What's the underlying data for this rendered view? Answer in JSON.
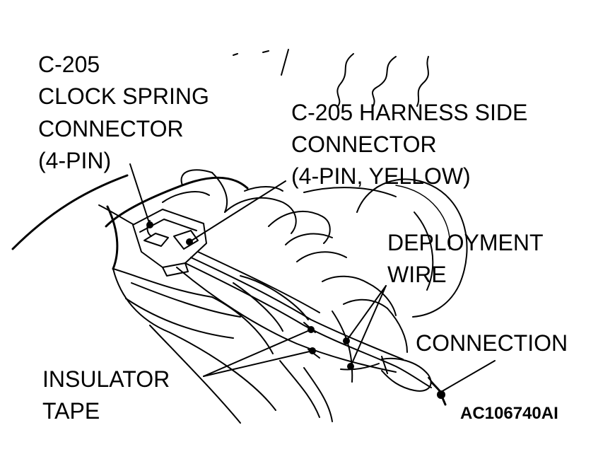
{
  "labels": {
    "clock_spring_connector": [
      "C-205",
      "CLOCK SPRING",
      "CONNECTOR",
      "(4-PIN)"
    ],
    "harness_side_connector": [
      "C-205 HARNESS SIDE",
      "CONNECTOR",
      "(4-PIN, YELLOW)"
    ],
    "deployment_wire": [
      "DEPLOYMENT",
      "WIRE"
    ],
    "connection": "CONNECTION",
    "insulator_tape": [
      "INSULATOR",
      "TAPE"
    ],
    "figure_code": "AC106740AI"
  }
}
